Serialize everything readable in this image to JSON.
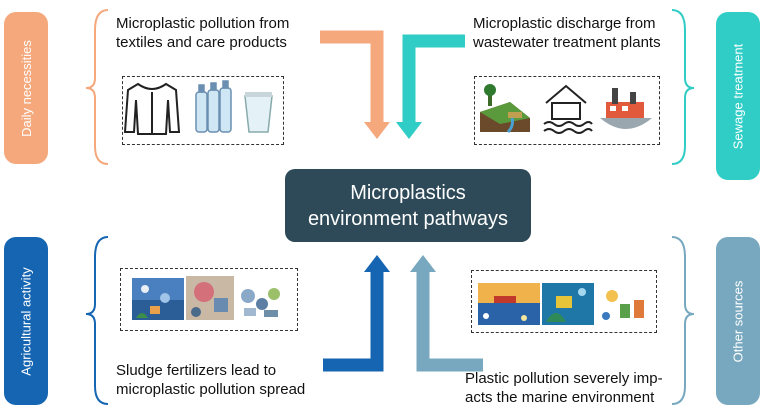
{
  "center": {
    "title": "Microplastics\nenvironment pathways"
  },
  "categories": {
    "daily": {
      "label": "Daily necessities",
      "color": "#f4a87c"
    },
    "sewage": {
      "label": "Sewage treatment",
      "color": "#2fcdc6"
    },
    "agri": {
      "label": "Agricultural activity",
      "color": "#1565b2"
    },
    "other": {
      "label": "Other sources",
      "color": "#78a8bf"
    }
  },
  "captions": {
    "daily": "Microplastic pollution from\ntextiles and care products",
    "sewage": "Microplastic discharge from\nwastewater treatment plants",
    "agri": "Sludge fertilizers lead to\nmicroplastic pollution spread",
    "other": "Plastic pollution severely imp-\nacts the marine environment"
  },
  "icons": {
    "daily": [
      "shirt-icon",
      "water-bottles-icon",
      "cup-icon"
    ],
    "sewage": [
      "wastewater-outflow-icon",
      "flooded-house-icon",
      "treatment-plant-icon"
    ],
    "agri": [
      "marine-litter-illustration",
      "polluted-landscape-illustration",
      "plastic-waste-pile-illustration"
    ],
    "other": [
      "polluted-ocean-illustration",
      "underwater-plastic-illustration",
      "waste-scene-illustration"
    ]
  }
}
